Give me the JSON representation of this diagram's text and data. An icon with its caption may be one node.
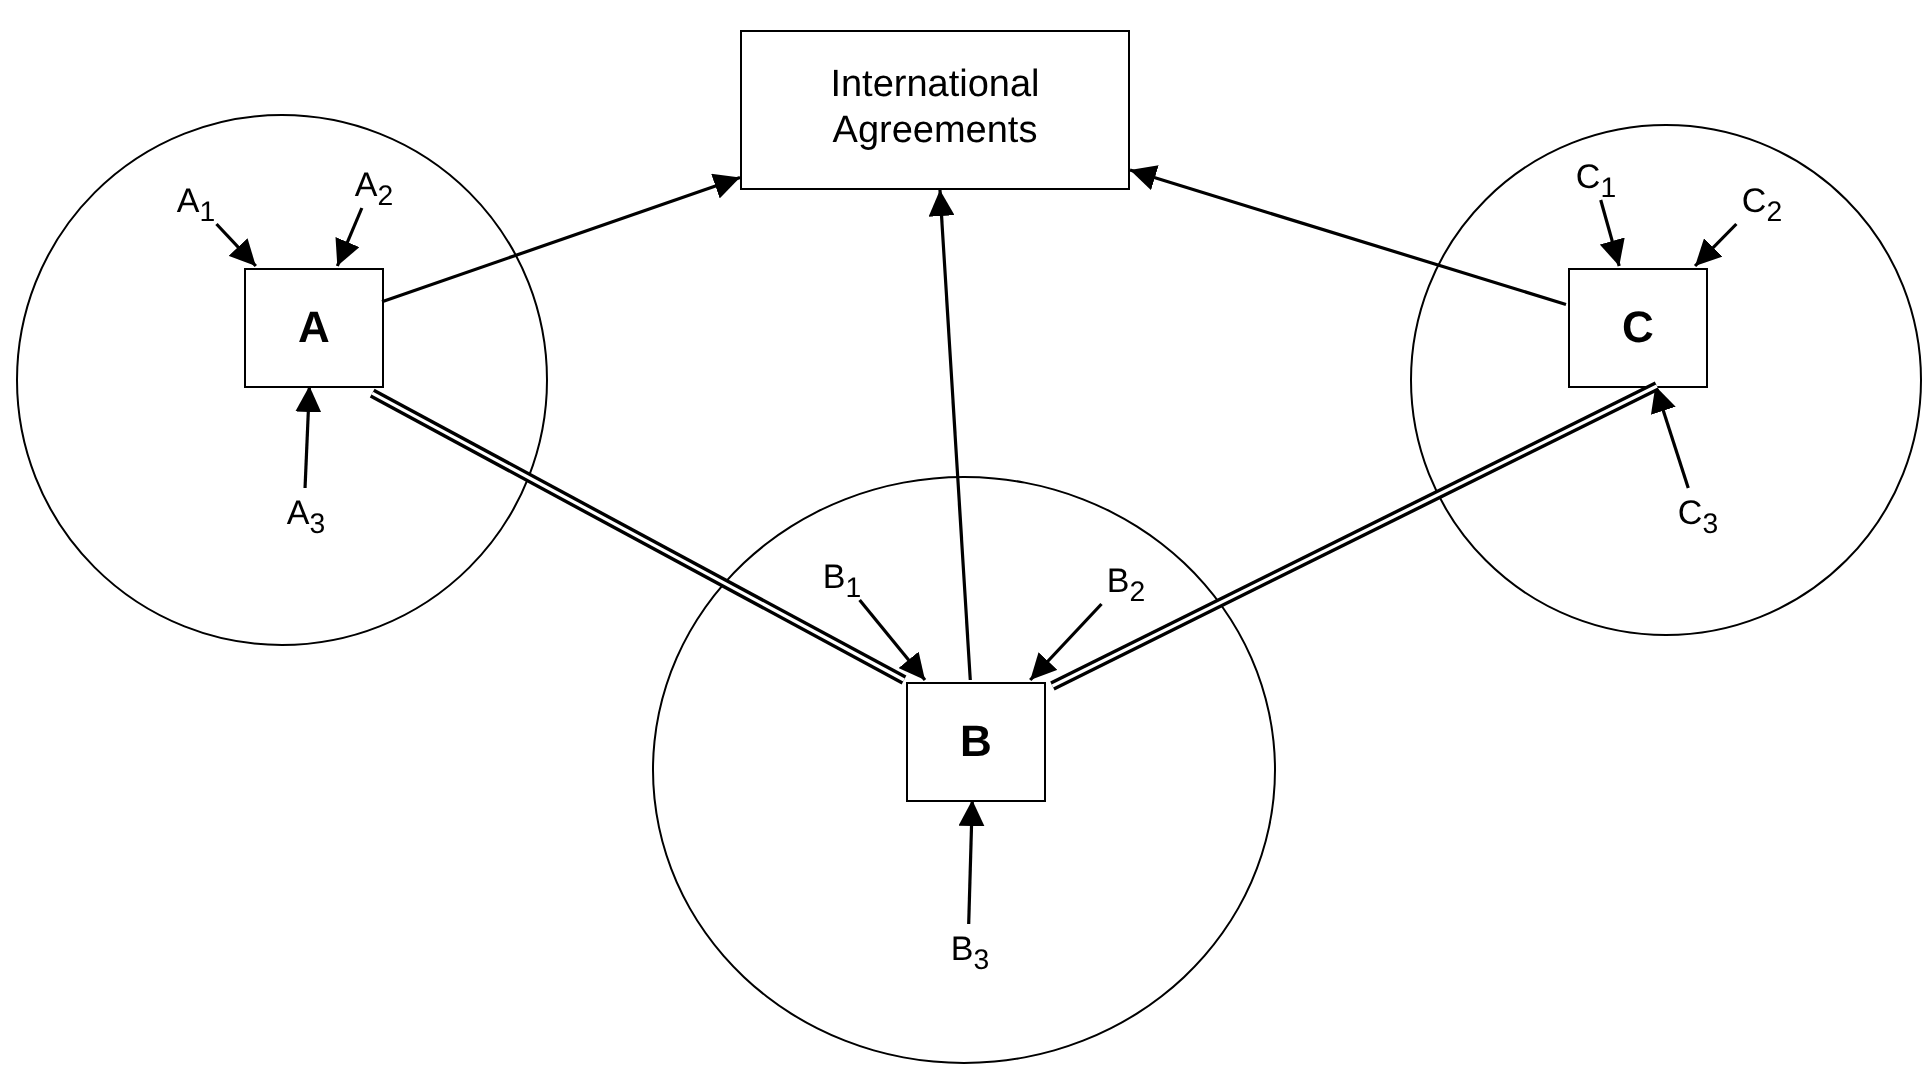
{
  "diagram": {
    "nodes": [
      {
        "text": [],
        "shape": "circle"
      },
      {
        "text": [
          "A"
        ],
        "in": 0
      },
      {
        "text": [
          "A$_{1}$"
        ],
        "in": 0
      },
      {
        "text": [
          "A$_{2}$"
        ],
        "in": 0
      },
      {
        "text": [
          "A$_{3}$"
        ],
        "in": 0
      },
      {
        "text": [
          "International Agreements"
        ]
      },
      {
        "text": [],
        "shape": "circle"
      },
      {
        "text": [
          "C"
        ],
        "in": 6
      },
      {
        "text": [
          "C$_{1}$"
        ],
        "in": 6
      },
      {
        "text": [
          "C$_{2}$"
        ],
        "in": 6
      },
      {
        "text": [
          "C$_{3}$"
        ],
        "in": 6
      },
      {
        "text": [],
        "shape": "circle"
      },
      {
        "text": [
          "B"
        ],
        "in": 11
      },
      {
        "text": [
          "B$_{1}$"
        ],
        "in": 11
      },
      {
        "text": [
          "B$_{2}$"
        ],
        "in": 11
      },
      {
        "text": [
          "B$_{3}$"
        ],
        "in": 11
      }
    ],
    "edges": [
      {
        "from": 2,
        "to": 1,
        "arrow": "to"
      },
      {
        "from": 3,
        "to": 1,
        "arrow": "to"
      },
      {
        "from": 4,
        "to": 1,
        "arrow": "to"
      },
      {
        "from": 1,
        "to": 5,
        "arrow": "to"
      },
      {
        "from": 7,
        "to": 5,
        "arrow": "to"
      },
      {
        "from": 12,
        "to": 5,
        "arrow": "to"
      },
      {
        "from": 8,
        "to": 7,
        "arrow": "to"
      },
      {
        "from": 9,
        "to": 7,
        "arrow": "to"
      },
      {
        "from": 10,
        "to": 7,
        "arrow": "to"
      },
      {
        "from": 13,
        "to": 12,
        "arrow": "to"
      },
      {
        "from": 14,
        "to": 12,
        "arrow": "to"
      },
      {
        "from": 15,
        "to": 12,
        "arrow": "to"
      },
      {
        "from": 1,
        "to": 12,
        "arrow": "none",
        "style": "thick"
      },
      {
        "from": 7,
        "to": 12,
        "arrow": "none",
        "style": "thick"
      }
    ]
  }
}
